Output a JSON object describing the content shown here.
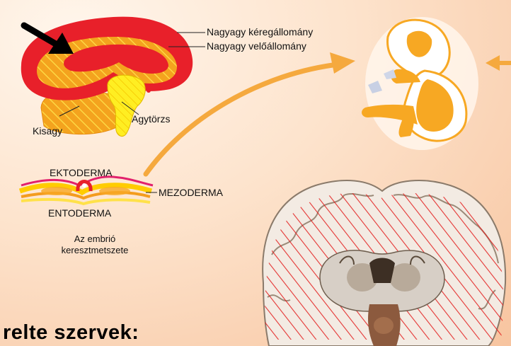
{
  "brain_side": {
    "labels": {
      "cortex": "Nagyagy kéregállomány",
      "medulla": "Nagyagy velőállomány",
      "brainstem": "Agytörzs",
      "cerebellum": "Kisagy"
    }
  },
  "embryo_section": {
    "labels": {
      "ectoderm": "EKTODERMA",
      "mesoderm": "MEZODERMA",
      "endoderm": "ENTODERMA",
      "caption": "Az embrió keresztmetszete"
    }
  },
  "bottom_text": "relte szervek:",
  "colors": {
    "cortex": "#e8202a",
    "medulla": "#f39c1e",
    "brainstem": "#ffee22",
    "arrow": "#f5a93e",
    "embryo": "#f7a823"
  }
}
